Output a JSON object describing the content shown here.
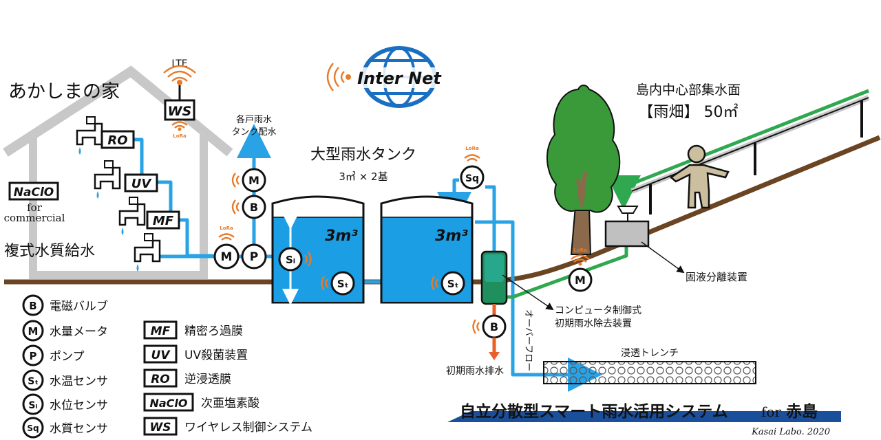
{
  "colors": {
    "water": "#29a3e6",
    "tank_water": "#1c9ee4",
    "ground": "#6b4423",
    "house_outline": "#c8c8c8",
    "green_pipe": "#2fa84f",
    "tree": "#3a9a3a",
    "signal": "#e87a2a",
    "drain_arrow": "#e8602a",
    "title_bar": "#1a4f9c"
  },
  "house": {
    "label": "あかしまの家",
    "multi_supply": "複式水質給水"
  },
  "naclo_side": {
    "box": "NaClO",
    "caption_line1": "for",
    "caption_line2": "commercial"
  },
  "lte": {
    "label": "LTE",
    "box": "WS",
    "lora": "LoRa"
  },
  "internet": {
    "label": "Inter Net"
  },
  "filters": [
    {
      "code": "RO"
    },
    {
      "code": "UV"
    },
    {
      "code": "MF"
    }
  ],
  "distribution": {
    "line1": "各戸雨水",
    "line2": "タンク配水"
  },
  "pump_stack": {
    "meter_top": "M",
    "valve": "B",
    "meter_bottom": "M",
    "pump": "P",
    "lora": "LoRa"
  },
  "tanks": {
    "title": "大型雨水タンク",
    "spec": "3㎥ × 2基",
    "capacity_label": "3m³",
    "level_sensor": "Sₗ",
    "temp_sensor": "Sₜ"
  },
  "quality_sensor": {
    "symbol": "Sq",
    "lora": "LoRa"
  },
  "first_flush": {
    "device_line1": "コンピュータ制御式",
    "device_line2": "初期雨水除去装置",
    "valve": "B",
    "drain": "初期雨水排水",
    "overflow": "オーバーフロー"
  },
  "trench": {
    "label": "浸透トレンチ"
  },
  "catchment": {
    "line1": "島内中心部集水面",
    "line2": "【雨畑】 50㎡"
  },
  "separator": {
    "label": "固液分離装置",
    "meter": "M",
    "lora": "LoRa"
  },
  "legend": {
    "left": [
      {
        "sym": "B",
        "text": "電磁バルブ"
      },
      {
        "sym": "M",
        "text": "水量メータ"
      },
      {
        "sym": "P",
        "text": "ポンプ"
      },
      {
        "sym": "Sₜ",
        "text": "水温センサ"
      },
      {
        "sym": "Sₗ",
        "text": "水位センサ"
      },
      {
        "sym": "Sq",
        "text": "水質センサ"
      }
    ],
    "right": [
      {
        "sym": "MF",
        "text": "精密ろ過膜"
      },
      {
        "sym": "UV",
        "text": "UV殺菌装置"
      },
      {
        "sym": "RO",
        "text": "逆浸透膜"
      },
      {
        "sym": "NaClO",
        "text": "次亜塩素酸"
      },
      {
        "sym": "WS",
        "text": "ワイヤレス制御システム"
      }
    ]
  },
  "title": {
    "main": "自立分散型スマート雨水活用システム",
    "for": "for",
    "place": "赤島"
  },
  "credit": "Kasai Labo. 2020"
}
